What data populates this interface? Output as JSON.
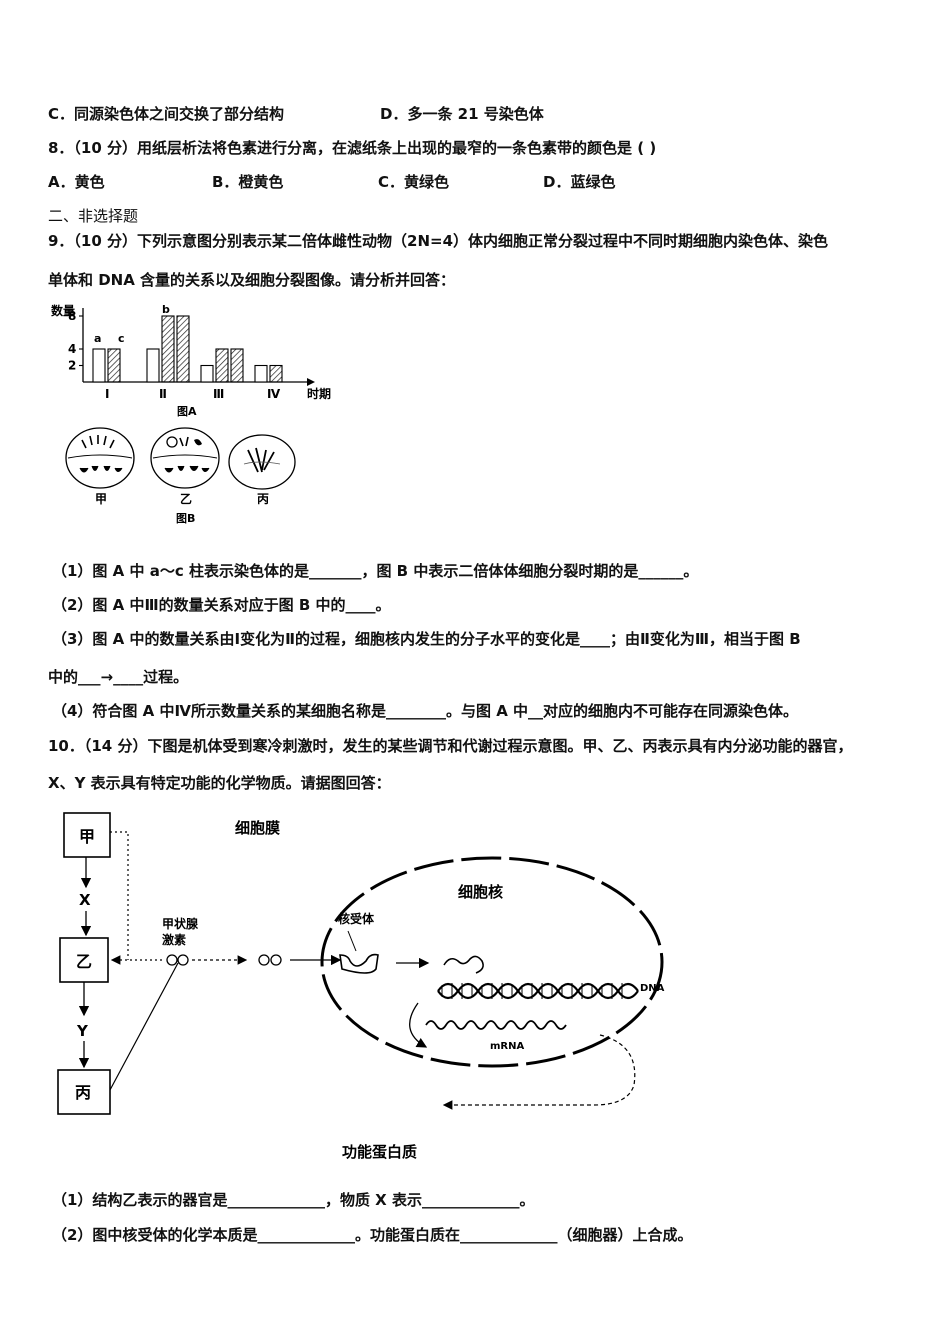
{
  "q7": {
    "opt_c": "C．同源染色体之间交换了部分结构",
    "opt_d": "D．多一条 21 号染色体"
  },
  "q8": {
    "stem": "8．（10 分）用纸层析法将色素进行分离，在滤纸条上出现的最窄的一条色素带的颜色是 ( )",
    "opt_a": "A．黄色",
    "opt_b": "B．橙黄色",
    "opt_c": "C．黄绿色",
    "opt_d": "D．蓝绿色"
  },
  "section2": "二、非选择题",
  "q9": {
    "stem1": "9．（10 分）下列示意图分别表示某二倍体雌性动物（2N=4）体内细胞正常分裂过程中不同时期细胞内染色体、染色",
    "stem2": "单体和 DNA 含量的关系以及细胞分裂图像。请分析并回答：",
    "figA": {
      "ylabel": "数量",
      "yticks": [
        "8",
        "4",
        "2"
      ],
      "periods": [
        "Ⅰ",
        "Ⅱ",
        "Ⅲ",
        "Ⅳ"
      ],
      "xlabel": "时期",
      "label_a": "a",
      "label_b": "b",
      "label_c": "c",
      "caption": "图A"
    },
    "figB": {
      "cells": [
        "甲",
        "乙",
        "丙"
      ],
      "caption": "图B"
    },
    "p1": "（1）图 A 中 a～c 柱表示染色体的是_______，图 B 中表示二倍体体细胞分裂时期的是______。",
    "p2": "（2）图 A 中Ⅲ的数量关系对应于图 B 中的____。",
    "p3a": "（3）图 A 中的数量关系由Ⅰ变化为Ⅱ的过程，细胞核内发生的分子水平的变化是____；由Ⅱ变化为Ⅲ，相当于图 B",
    "p3b": "中的___→____过程。",
    "p4": "（4）符合图 A 中Ⅳ所示数量关系的某细胞名称是________。与图 A 中__对应的细胞内不可能存在同源染色体。"
  },
  "chart_data": {
    "type": "bar",
    "title": "图A",
    "xlabel": "时期",
    "ylabel": "数量",
    "categories": [
      "Ⅰ",
      "Ⅱ",
      "Ⅲ",
      "Ⅳ"
    ],
    "yticks": [
      2,
      4,
      8
    ],
    "series": [
      {
        "name": "a",
        "values": [
          4,
          4,
          2,
          2
        ]
      },
      {
        "name": "b",
        "values": [
          0,
          8,
          4,
          0
        ]
      },
      {
        "name": "c",
        "values": [
          4,
          8,
          4,
          2
        ]
      }
    ]
  },
  "q10": {
    "stem1": "10．（14 分）下图是机体受到寒冷刺激时，发生的某些调节和代谢过程示意图。甲、乙、丙表示具有内分泌功能的器官，",
    "stem2": "X、Y 表示具有特定功能的化学物质。请据图回答：",
    "fig": {
      "jia": "甲",
      "yi": "乙",
      "bing": "丙",
      "x": "X",
      "y": "Y",
      "cell_membrane": "细胞膜",
      "nucleus": "细胞核",
      "hormone": "甲状腺",
      "hormone2": "激素",
      "receptor": "核受体",
      "dna": "DNA",
      "mrna": "mRNA",
      "protein": "功能蛋白质"
    },
    "p1": "（1）结构乙表示的器官是_____________，物质 X 表示_____________。",
    "p2": "（2）图中核受体的化学本质是_____________。功能蛋白质在_____________（细胞器）上合成。"
  }
}
